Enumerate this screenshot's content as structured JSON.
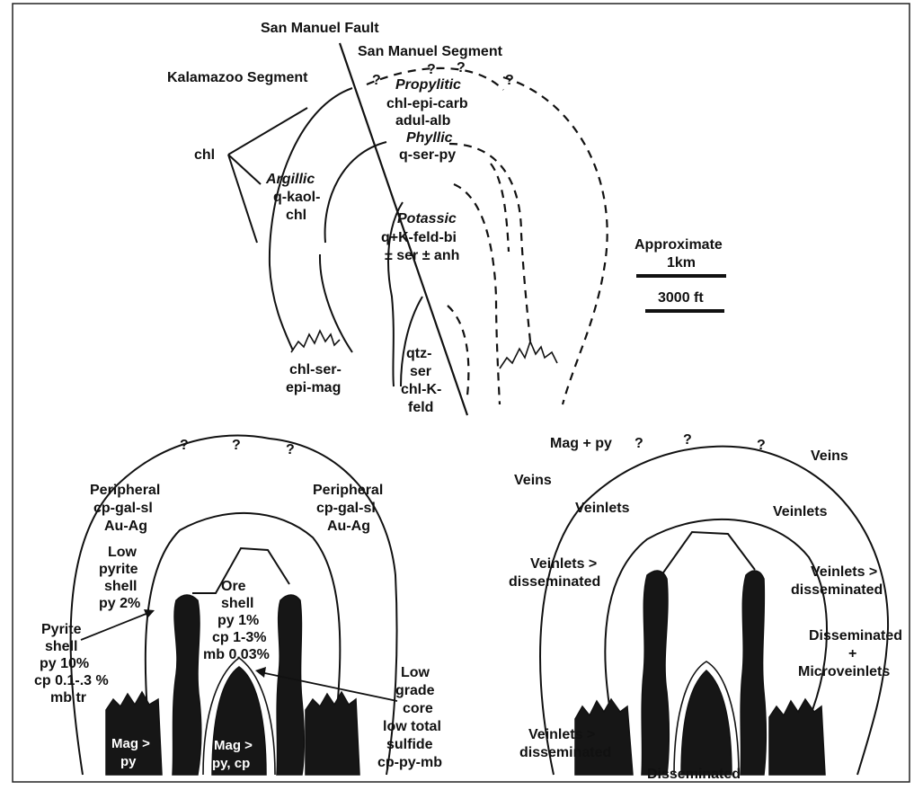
{
  "top": {
    "fault_title": "San Manuel Fault",
    "segment_east": "San Manuel Segment",
    "segment_west": "Kalamazoo Segment",
    "q1": "?",
    "q2": "?",
    "q3": "?",
    "q4": "?",
    "propylitic": "Propylitic",
    "propylitic_min1": "chl-epi-carb",
    "propylitic_min2": "adul-alb",
    "phyllic": "Phyllic",
    "phyllic_min": "q-ser-py",
    "chl": "chl",
    "argillic": "Argillic",
    "argillic_min1": "q-kaol-",
    "argillic_min2": "chl",
    "potassic": "Potassic",
    "potassic_min1": "q+K-feld-bi",
    "potassic_min2": "± ser ± anh",
    "chlserepi_1": "chl-ser-",
    "chlserepi_2": "epi-mag",
    "qtz_1": "qtz-",
    "qtz_2": "ser",
    "qtz_3": "chl-K-",
    "qtz_4": "feld",
    "scale_title": "Approximate",
    "scale_km": "1km",
    "scale_ft": "3000 ft"
  },
  "bottom_left": {
    "q1": "?",
    "q2": "?",
    "q3": "?",
    "periph_l_1": "Peripheral",
    "periph_l_2": "cp-gal-sl",
    "periph_l_3": "Au-Ag",
    "periph_r_1": "Peripheral",
    "periph_r_2": "cp-gal-sl",
    "periph_r_3": "Au-Ag",
    "lowpy_1": "Low",
    "lowpy_2": "pyrite",
    "lowpy_3": "shell",
    "lowpy_4": "py 2%",
    "ore_1": "Ore",
    "ore_2": "shell",
    "ore_3": "py 1%",
    "ore_4": "cp 1-3%",
    "ore_5": "mb 0.03%",
    "pyshell_1": "Pyrite",
    "pyshell_2": "shell",
    "pyshell_3": "py 10%",
    "pyshell_4": "cp 0.1-.3 %",
    "pyshell_5": "mb tr",
    "core_1": "Low",
    "core_2": "grade",
    "core_3": "core",
    "core_4": "low total",
    "core_5": "sulfide",
    "core_6": "cp-py-mb",
    "mag_l_1": "Mag >",
    "mag_l_2": "py",
    "mag_c_1": "Mag >",
    "mag_c_2": "py, cp"
  },
  "bottom_right": {
    "magpy": "Mag + py",
    "q1": "?",
    "q2": "?",
    "q3": "?",
    "veins_l": "Veins",
    "veins_r": "Veins",
    "veinlets_l": "Veinlets",
    "veinlets_r": "Veinlets",
    "vgtd_l_1": "Veinlets >",
    "vgtd_l_2": "disseminated",
    "vgtd_r_1": "Veinlets >",
    "vgtd_r_2": "disseminated",
    "dissmicro_1": "Disseminated",
    "dissmicro_2": "+",
    "dissmicro_3": "Microveinlets",
    "vgtd_b_1": "Veinlets >",
    "vgtd_b_2": "disseminated",
    "diss_bottom": "Disseminated"
  }
}
